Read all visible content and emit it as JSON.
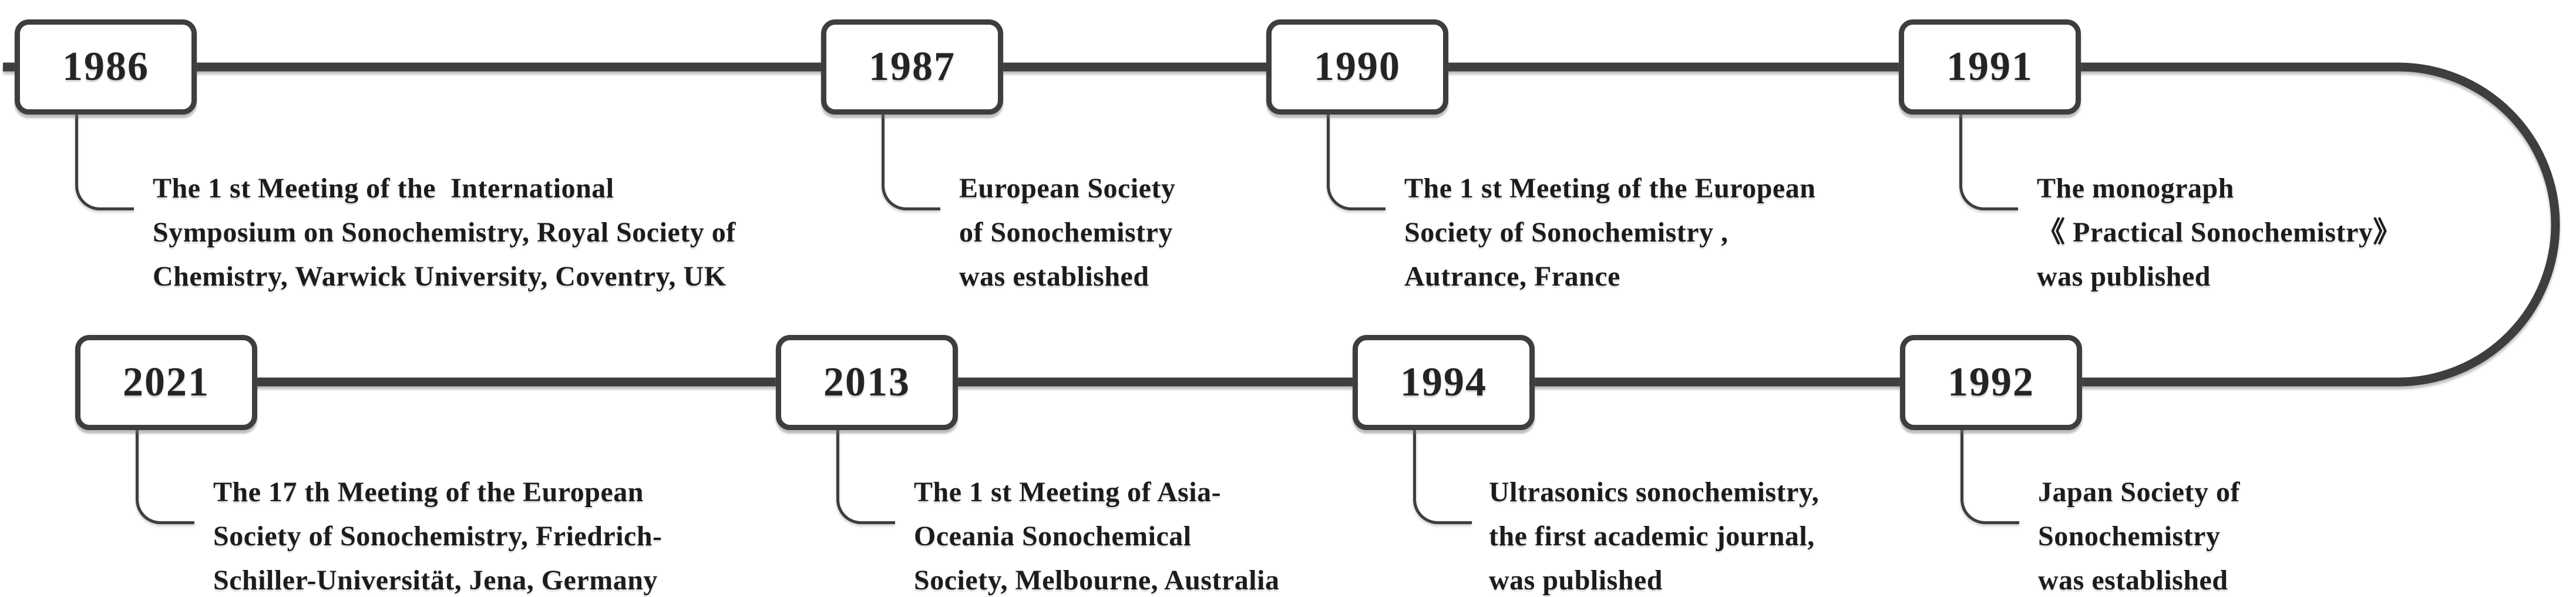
{
  "timeline": {
    "background_color": "#ffffff",
    "line_color": "#3e3e3e",
    "text_color": "#1c1c1c",
    "events": [
      {
        "year": "1986",
        "row": "top",
        "lines": [
          "The 1 st Meeting of the  International",
          "Symposium on Sonochemistry, Royal Society of",
          "Chemistry, Warwick University, Coventry, UK"
        ]
      },
      {
        "year": "1987",
        "row": "top",
        "lines": [
          "European Society",
          "of Sonochemistry",
          "was established"
        ]
      },
      {
        "year": "1990",
        "row": "top",
        "lines": [
          "The 1 st Meeting of the European",
          "Society of Sonochemistry ,",
          "Autrance, France"
        ]
      },
      {
        "year": "1991",
        "row": "top",
        "lines": [
          "The monograph",
          "《 Practical Sonochemistry》",
          "was published"
        ]
      },
      {
        "year": "2021",
        "row": "bottom",
        "lines": [
          "The 17 th Meeting of the European",
          "Society of Sonochemistry, Friedrich-",
          "Schiller-Universität, Jena, Germany"
        ]
      },
      {
        "year": "2013",
        "row": "bottom",
        "lines": [
          "The 1 st Meeting of Asia-",
          "Oceania Sonochemical",
          "Society, Melbourne, Australia"
        ]
      },
      {
        "year": "1994",
        "row": "bottom",
        "lines": [
          "Ultrasonics sonochemistry,",
          "the first academic journal,",
          "was published"
        ]
      },
      {
        "year": "1992",
        "row": "bottom",
        "lines": [
          "Japan Society of",
          "Sonochemistry",
          "was established"
        ]
      }
    ]
  }
}
